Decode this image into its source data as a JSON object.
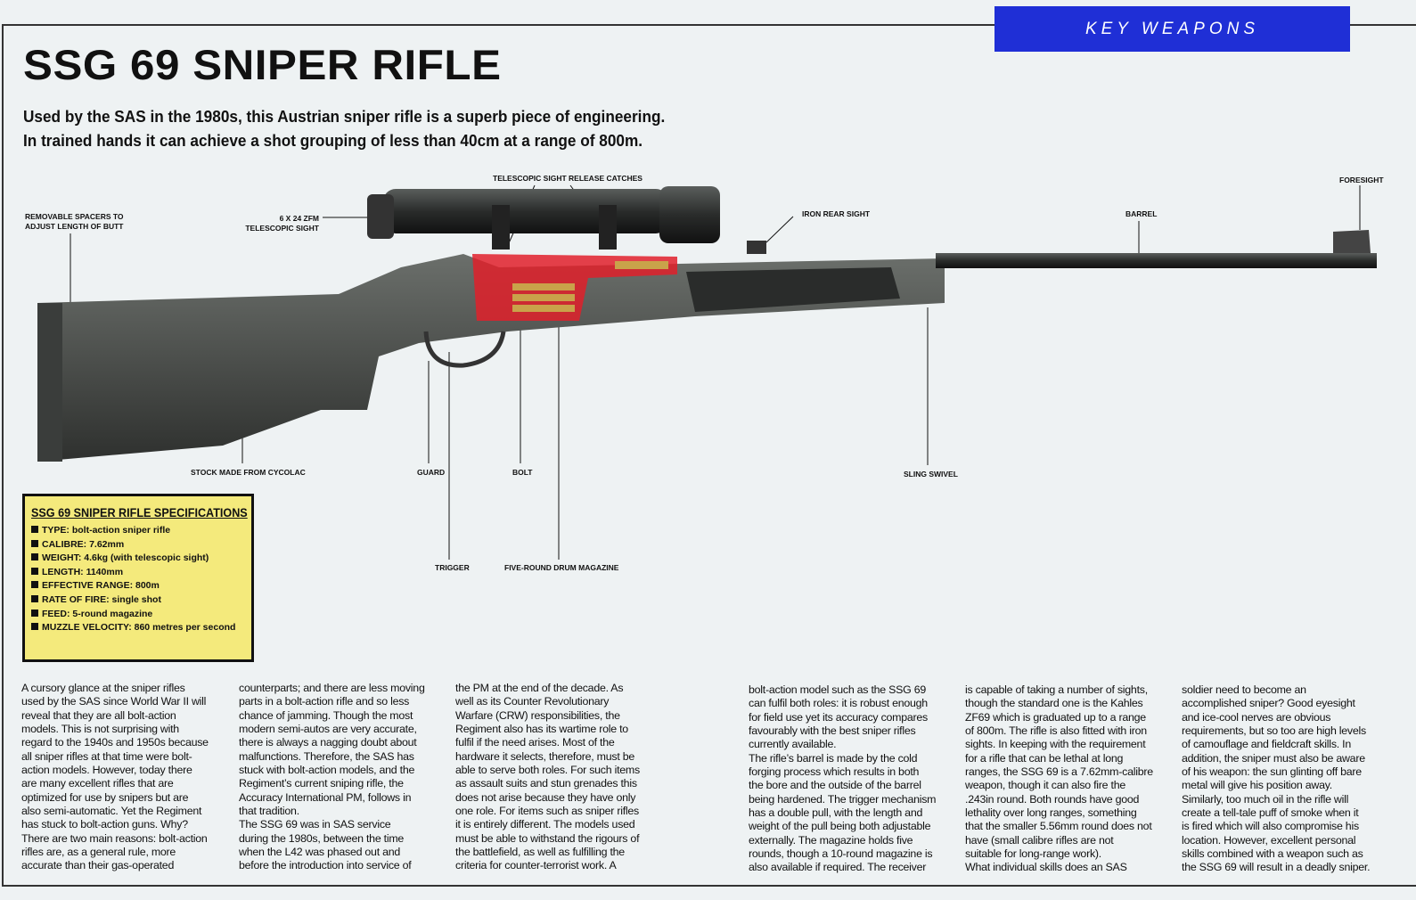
{
  "banner": "KEY WEAPONS",
  "title": "SSG 69 SNIPER RIFLE",
  "intro": "Used by the SAS in the 1980s, this Austrian sniper rifle is a superb piece of engineering. In trained hands it can achieve a shot grouping of less than 40cm at a range of 800m.",
  "labels": {
    "release_catches": "TELESCOPIC SIGHT RELEASE CATCHES",
    "foresight": "FORESIGHT",
    "spacers": "REMOVABLE SPACERS TO\nADJUST LENGTH OF BUTT",
    "scope": "6 X 24 ZFM\nTELESCOPIC SIGHT",
    "iron_sight": "IRON REAR SIGHT",
    "barrel": "BARREL",
    "stock": "STOCK MADE FROM CYCOLAC",
    "guard": "GUARD",
    "bolt": "BOLT",
    "sling": "SLING SWIVEL",
    "trigger": "TRIGGER",
    "magazine": "FIVE-ROUND DRUM MAGAZINE"
  },
  "specs": {
    "heading": "SSG 69 SNIPER RIFLE SPECIFICATIONS",
    "items": [
      "TYPE: bolt-action sniper rifle",
      "CALIBRE: 7.62mm",
      "WEIGHT: 4.6kg (with telescopic sight)",
      "LENGTH: 1140mm",
      "EFFECTIVE RANGE: 800m",
      "RATE OF FIRE: single shot",
      "FEED: 5-round magazine",
      "MUZZLE VELOCITY: 860 metres per second"
    ]
  },
  "columns": [
    "A cursory glance at the sniper rifles\nused by the SAS since World War II will\nreveal that they are all bolt-action\nmodels. This is not surprising with\nregard to the 1940s and 1950s because\nall sniper rifles at that time were bolt-\naction models. However, today there\nare many excellent rifles that are\noptimized for use by snipers but are\nalso semi-automatic. Yet the Regiment\nhas stuck to bolt-action guns. Why?\nThere are two main reasons: bolt-action\nrifles are, as a general rule, more\naccurate than their gas-operated",
    "counterparts; and there are less moving\nparts in a bolt-action rifle and so less\nchance of jamming. Though the most\nmodern semi-autos are very accurate,\nthere is always a nagging doubt about\nmalfunctions. Therefore, the SAS has\nstuck with bolt-action models, and the\nRegiment’s current sniping rifle, the\nAccuracy International PM, follows in\nthat tradition.\n    The SSG 69 was in SAS service\nduring the 1980s, between the time\nwhen the L42 was phased out and\nbefore the introduction into service of",
    "the PM at the end of the decade. As\nwell as its Counter Revolutionary\nWarfare (CRW) responsibilities, the\nRegiment also has its wartime role to\nfulfil if the need arises. Most of the\nhardware it selects, therefore, must be\nable to serve both roles. For such items\nas assault suits and stun grenades this\ndoes not arise because they have only\none role. For items such as sniper rifles\nit is entirely different. The models used\nmust be able to withstand the rigours of\nthe battlefield, as well as fulfilling the\ncriteria for counter-terrorist work. A",
    "bolt-action model such as the SSG 69\ncan fulfil both roles: it is robust enough\nfor field use yet its accuracy compares\nfavourably with the best sniper rifles\ncurrently available.\n    The rifle’s barrel is made by the cold\nforging process which results in both\nthe bore and the outside of the barrel\nbeing hardened. The trigger mechanism\nhas a double pull, with the length and\nweight of the pull being both adjustable\nexternally. The magazine holds five\nrounds, though a 10-round magazine is\nalso available if required. The receiver",
    "is capable of taking a number of sights,\nthough the standard one is the Kahles\nZF69 which is graduated up to a range\nof 800m. The rifle is also fitted with iron\nsights. In keeping with the requirement\nfor a rifle that can be lethal at long\nranges, the SSG 69 is a 7.62mm-calibre\nweapon, though it can also fire the\n.243in round. Both rounds have good\nlethality over long ranges, something\nthat the smaller 5.56mm round does not\nhave (small calibre rifles are not\nsuitable for long-range work).\n    What individual skills does an SAS",
    "soldier need to become an\naccomplished sniper? Good eyesight\nand ice-cool nerves are obvious\nrequirements, but so too are high levels\nof camouflage and fieldcraft skills. In\naddition, the sniper must also be aware\nof his weapon: the sun glinting off bare\nmetal will give his position away.\nSimilarly, too much oil in the rifle will\ncreate a tell-tale puff of smoke when it\nis fired which will also compromise his\nlocation. However, excellent personal\nskills combined with a weapon such as\nthe SSG 69 will result in a deadly sniper."
  ],
  "colors": {
    "banner": "#1f2fd6",
    "spec_box": "#f4ea7c",
    "cutaway": "#e0202a"
  }
}
